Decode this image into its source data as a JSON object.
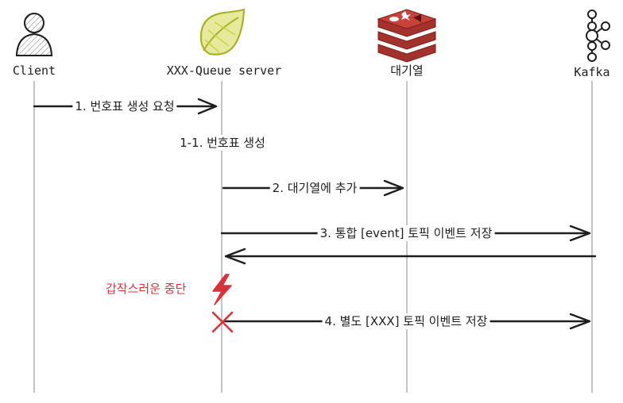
{
  "participants": [
    {
      "id": "client",
      "label": "Client",
      "icon": "user-icon"
    },
    {
      "id": "server",
      "label": "XXX-Queue server",
      "icon": "spring-leaf-icon"
    },
    {
      "id": "queue",
      "label": "대기열",
      "icon": "redis-icon"
    },
    {
      "id": "kafka",
      "label": "Kafka",
      "icon": "kafka-icon"
    }
  ],
  "messages": {
    "m1": "1. 번호표 생성 요청",
    "m1_1": "1-1. 번호표 생성",
    "m2": "2. 대기열에 추가",
    "m3": "3. 통합 [event] 토픽 이벤트 저장",
    "m4": "4. 별도 [XXX] 토픽 이벤트 저장"
  },
  "interrupt": {
    "label": "갑작스러운 중단",
    "color": "#d6343a"
  },
  "colors": {
    "redis": "#b83a32",
    "spring": "#c9d23e",
    "line": "#1e1e1e",
    "lifeline": "#b5b5b5"
  }
}
